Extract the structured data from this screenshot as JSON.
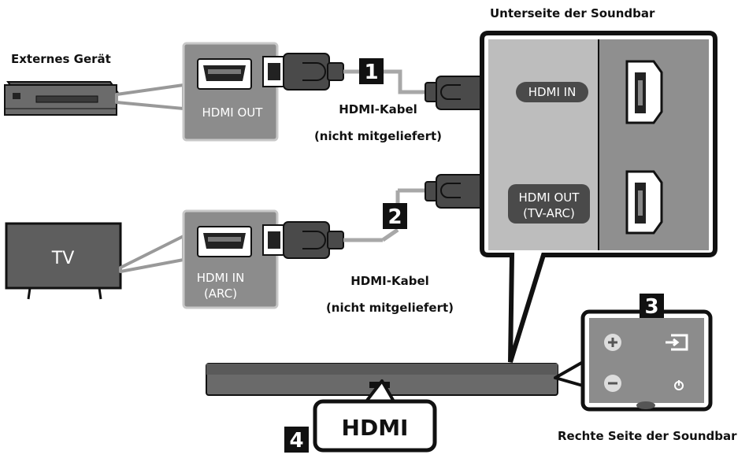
{
  "title": "Unterseite der Soundbar",
  "external_device": {
    "label": "Externes Gerät",
    "port": "HDMI OUT"
  },
  "tv": {
    "screen_text": "TV",
    "port_line1": "HDMI IN",
    "port_line2": "(ARC)"
  },
  "cable1": {
    "number": "1",
    "label_line1": "HDMI-Kabel",
    "label_line2": "(nicht mitgeliefert)"
  },
  "cable2": {
    "number": "2",
    "label_line1": "HDMI-Kabel",
    "label_line2": "(nicht mitgeliefert)"
  },
  "soundbar_ports": {
    "in_label": "HDMI IN",
    "out_line1": "HDMI OUT",
    "out_line2": "(TV-ARC)"
  },
  "step3": {
    "number": "3",
    "caption": "Rechte Seite der Soundbar"
  },
  "step4": {
    "number": "4",
    "display": "HDMI"
  },
  "colors": {
    "panel_gray": "#8c8c8c",
    "dark_gray": "#595959",
    "cable_gray": "#a8a8a8",
    "outline": "#111111"
  }
}
